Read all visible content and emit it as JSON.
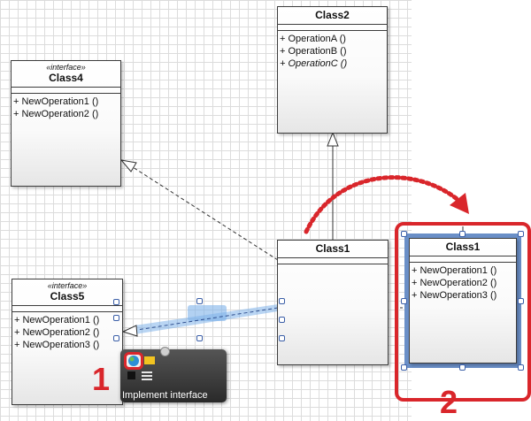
{
  "classes": {
    "class2": {
      "name": "Class2",
      "ops": [
        "+ OperationA ()",
        "+ OperationB ()",
        "+ OperationC ()"
      ]
    },
    "class4": {
      "stereotype": "«interface»",
      "name": "Class4",
      "ops": [
        "+ NewOperation1 ()",
        "+ NewOperation2 ()"
      ]
    },
    "class5": {
      "stereotype": "«interface»",
      "name": "Class5",
      "ops": [
        "+ NewOperation1 ()",
        "+ NewOperation2 ()",
        "+ NewOperation3 ()"
      ]
    },
    "class1_before": {
      "name": "Class1"
    },
    "class1_after": {
      "name": "Class1",
      "ops": [
        "+ NewOperation1 ()",
        "+ NewOperation2 ()",
        "+ NewOperation3 ()"
      ]
    }
  },
  "popup": {
    "label": "Implement interface",
    "icon": "implement-interface-icon"
  },
  "callouts": {
    "step1": "1",
    "step2": "2"
  },
  "colors": {
    "accent_red": "#d9262b",
    "selection_blue": "#6a8fc7",
    "drag_blue": "#7fb2ea",
    "border": "#3c3c3c"
  }
}
